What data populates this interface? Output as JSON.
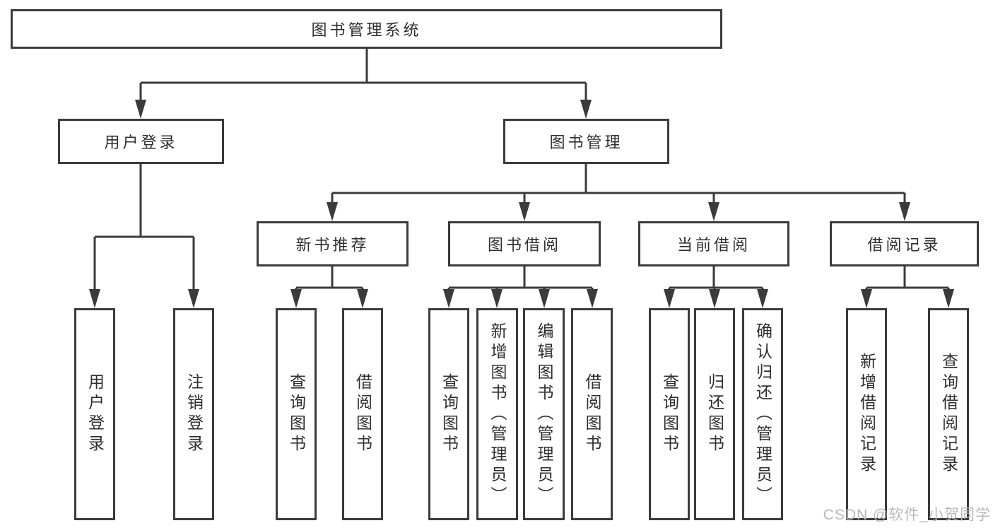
{
  "diagram": {
    "title": "图书管理系统",
    "tree": {
      "root": {
        "label": "图书管理系统"
      },
      "branches": [
        {
          "label": "用户登录",
          "children": [
            {
              "label": "用户登录"
            },
            {
              "label": "注销登录"
            }
          ]
        },
        {
          "label": "图书管理",
          "children": [
            {
              "label": "新书推荐",
              "children": [
                {
                  "label": "查询图书"
                },
                {
                  "label": "借阅图书"
                }
              ]
            },
            {
              "label": "图书借阅",
              "children": [
                {
                  "label": "查询图书"
                },
                {
                  "label": "新增图书（管理员）"
                },
                {
                  "label": "编辑图书（管理员）"
                },
                {
                  "label": "借阅图书"
                }
              ]
            },
            {
              "label": "当前借阅",
              "children": [
                {
                  "label": "查询图书"
                },
                {
                  "label": "归还图书"
                },
                {
                  "label": "确认归还（管理员）"
                }
              ]
            },
            {
              "label": "借阅记录",
              "children": [
                {
                  "label": "新增借阅记录"
                },
                {
                  "label": "查询借阅记录"
                }
              ]
            }
          ]
        }
      ]
    },
    "colors": {
      "line": "#3b3b3b",
      "box_fill": "#ffffff",
      "text": "#2f2f2f",
      "watermark": "#b6b9bc"
    },
    "watermark": "CSDN @软件_小贺同学"
  }
}
